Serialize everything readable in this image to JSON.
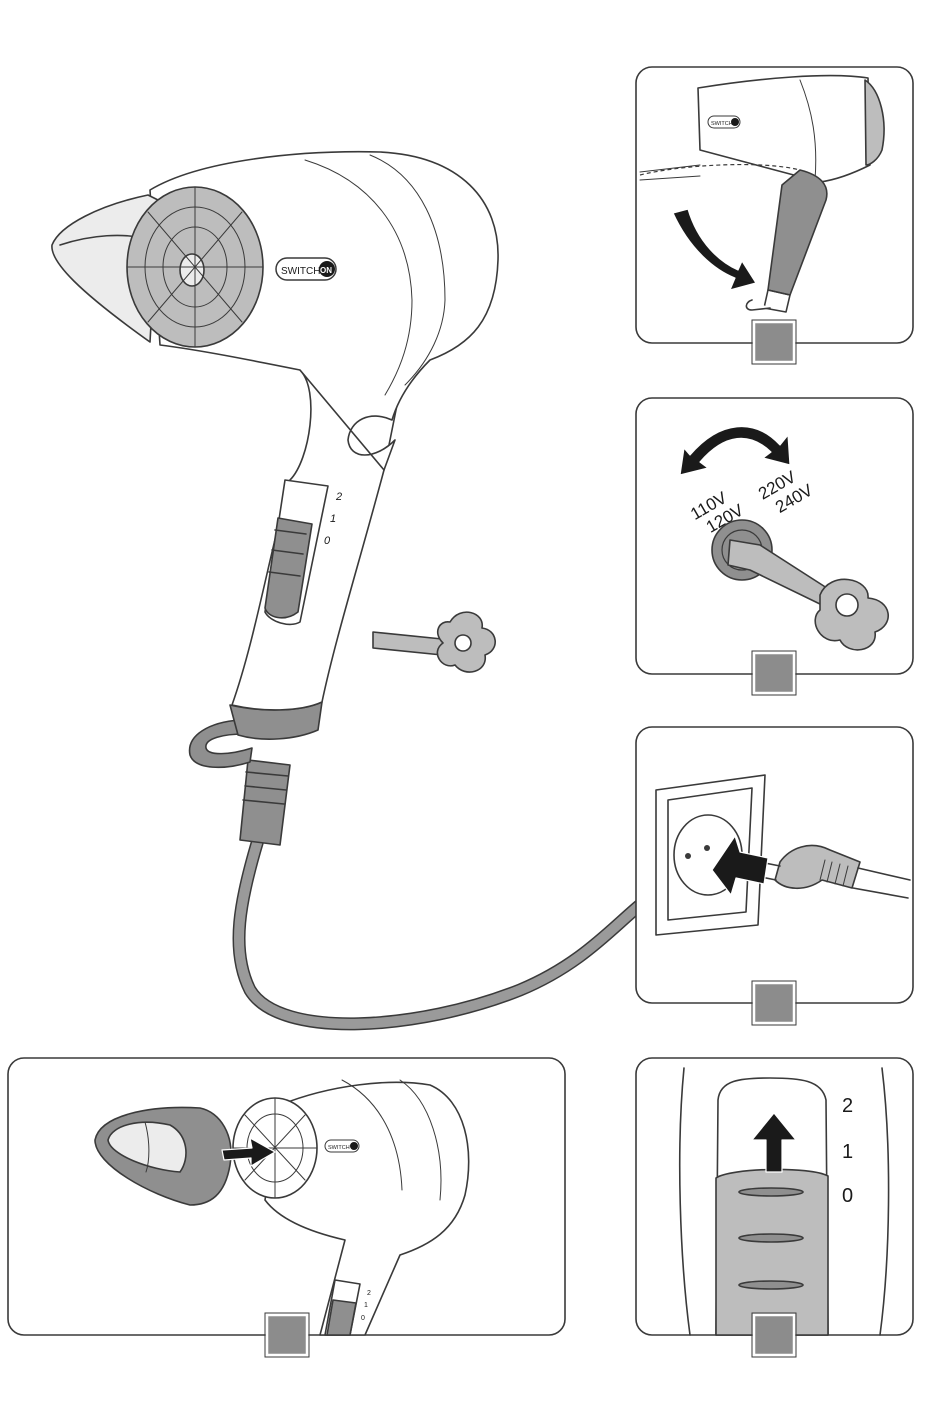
{
  "brand": {
    "logo_text": "SWITCH",
    "logo_on": "ON"
  },
  "main_dryer": {
    "speed_labels": [
      "2",
      "1",
      "0"
    ]
  },
  "voltage_panel": {
    "left_labels": [
      "110V",
      "120V"
    ],
    "right_labels": [
      "220V",
      "240V"
    ]
  },
  "switch_panel": {
    "speed_labels": [
      "2",
      "1",
      "0"
    ]
  },
  "colors": {
    "outline": "#3a3a3a",
    "shade": "#8f8f8f",
    "light": "#ececec",
    "arrow": "#1a1a1a"
  }
}
